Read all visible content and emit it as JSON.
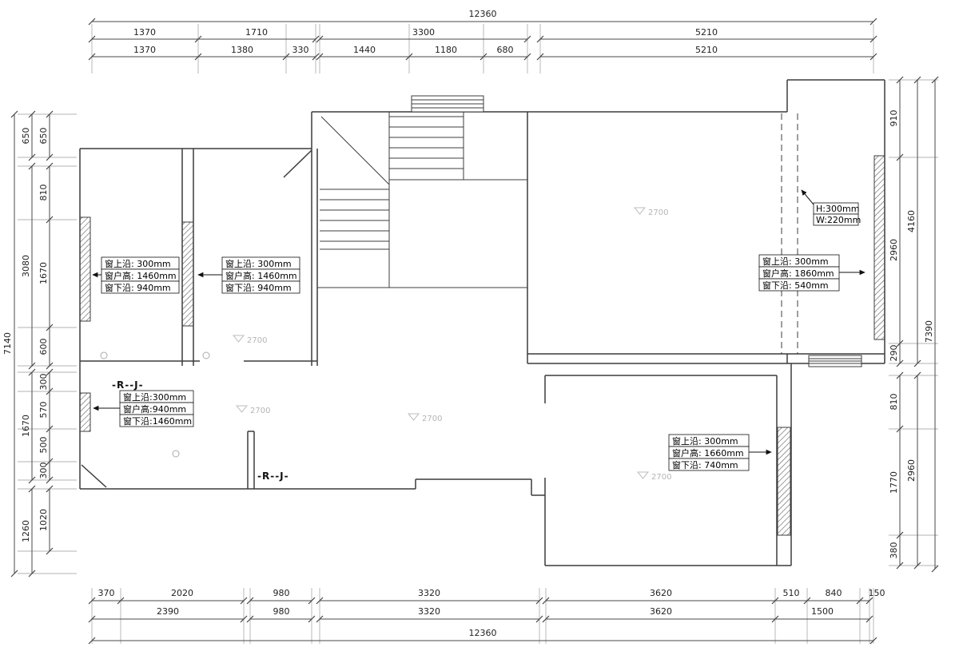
{
  "meta": {
    "drawing_type": "floor-plan"
  },
  "dim_top": {
    "total": "12360",
    "row2": [
      "1370",
      "1710",
      "3300",
      "5210"
    ],
    "row3": [
      "1370",
      "1380",
      "330",
      "1440",
      "1180",
      "680",
      "5210"
    ]
  },
  "dim_left": {
    "total": "7140",
    "mid": [
      "650",
      "3080",
      "1670",
      "1260"
    ],
    "inner": [
      "650",
      "810",
      "1670",
      "600",
      "300",
      "570",
      "500",
      "300",
      "1020"
    ]
  },
  "dim_right": {
    "total": "7390",
    "mid": [
      "4160",
      "2960"
    ],
    "inner": [
      "910",
      "2960",
      "290",
      "810",
      "1770",
      "380"
    ]
  },
  "dim_bottom": {
    "total": "12360",
    "row1": [
      "370",
      "2020",
      "980",
      "3320",
      "3620",
      "510",
      "840",
      "150"
    ],
    "row2": [
      "2390",
      "980",
      "3320",
      "3620",
      "1500"
    ]
  },
  "window_annotations": [
    {
      "line1": "窗上沿: 300mm",
      "line2": "窗户高: 1460mm",
      "line3": "窗下沿: 940mm"
    },
    {
      "line1": "窗上沿: 300mm",
      "line2": "窗户高: 1460mm",
      "line3": "窗下沿: 940mm"
    },
    {
      "line1": "窗上沿: 300mm",
      "line2": "窗户高: 1860mm",
      "line3": "窗下沿: 540mm"
    },
    {
      "line1": "窗上沿:300mm",
      "line2": "窗户高:940mm",
      "line3": "窗下沿:1460mm"
    },
    {
      "line1": "窗上沿: 300mm",
      "line2": "窗户高: 1660mm",
      "line3": "窗下沿: 740mm"
    }
  ],
  "beam_annotation": {
    "h": "H:300mm",
    "w": "W:220mm"
  },
  "labels": {
    "rj_upper": "-R--J-",
    "rj_lower": "-R--J-",
    "ceiling_height": "2700"
  }
}
